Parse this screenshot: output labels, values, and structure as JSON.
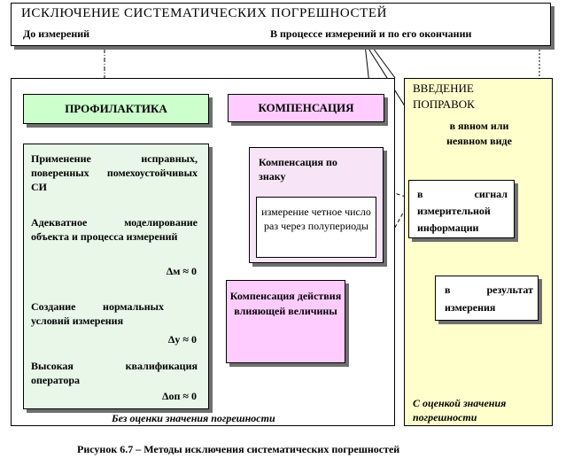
{
  "header": {
    "title": "ИСКЛЮЧЕНИЕ СИСТЕМАТИЧЕСКИХ ПОГРЕШНОСТЕЙ",
    "before_label": "До измерений",
    "during_label": "В процессе измерений и по его окончании"
  },
  "left_group": {
    "footer": "Без оценки значения погрешности",
    "prevention": {
      "title": "ПРОФИЛАКТИКА",
      "items": [
        {
          "text": "Применение исправных, поверенных помехоустойчивых СИ",
          "symbol": ""
        },
        {
          "text": "Адекватное моделирование объекта и процесса измерений",
          "symbol": "Δм ≈ 0"
        },
        {
          "text": "Создание нормальных условий измерения",
          "symbol": "Δу ≈ 0"
        },
        {
          "text": "Высокая квалификация оператора",
          "symbol": "Δоп ≈ 0"
        }
      ]
    },
    "compensation": {
      "title": "КОМПЕНСАЦИЯ",
      "by_sign": "Компенсация по знаку",
      "by_sign_note": "измерение четное число раз через полупериоды",
      "influence": "Компенсация действия влияющей величины"
    }
  },
  "right_group": {
    "title_line1": "ВВЕДЕНИЕ",
    "title_line2": "ПОПРАВОК",
    "subtitle": "в явном или неявном виде",
    "signal_box": [
      "в",
      "сигнал",
      "измерительной",
      "информации"
    ],
    "result_box": [
      "в",
      "результат",
      "измерения"
    ],
    "footer": "С оценкой значения погрешности"
  },
  "caption": "Рисунок 6.7 – Методы исключения систематических погрешностей",
  "colors": {
    "prevention_header": "#ccffcc",
    "prevention_body": "#e8f7e8",
    "compensation_header": "#ffccff",
    "compensation_body": "#f7e4f7",
    "right_group_bg": "#ffffcc",
    "shadow": "#6f6f6f"
  }
}
